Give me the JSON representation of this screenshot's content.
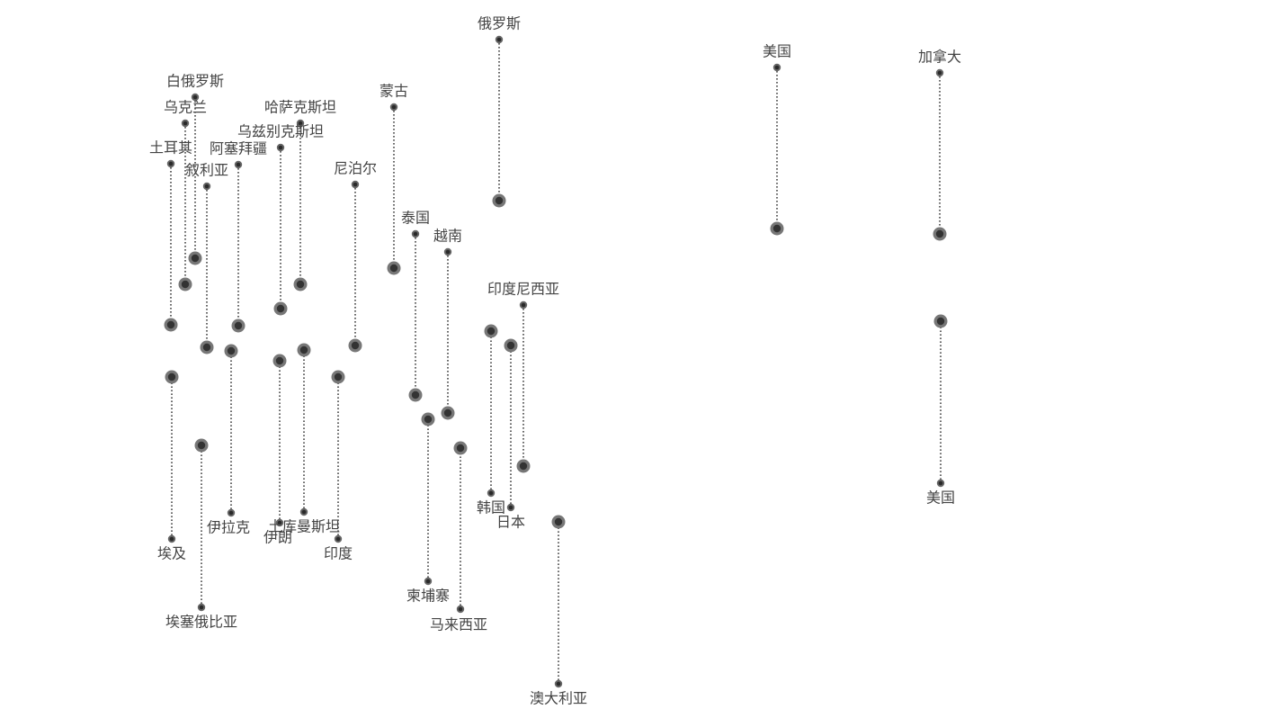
{
  "chart_data": {
    "type": "dumbbell-map",
    "description_units": "each record is a country; anchor = small origin dot where the name is printed; dest = large dot at the other end of a dotted vertical connector",
    "colors": {
      "line": "#444444",
      "label": "#444444",
      "origin_dot_outer": "#666666",
      "origin_dot_inner": "#2a2a2a",
      "dest_dot_outer": "#777777",
      "dest_dot_inner": "#333333"
    },
    "markers": [
      {
        "id": "russia",
        "name": "俄罗斯",
        "label_pos": "above"
      },
      {
        "id": "usa-north",
        "name": "美国",
        "label_pos": "above"
      },
      {
        "id": "canada",
        "name": "加拿大",
        "label_pos": "above"
      },
      {
        "id": "belarus",
        "name": "白俄罗斯",
        "label_pos": "above"
      },
      {
        "id": "ukraine",
        "name": "乌克兰",
        "label_pos": "above"
      },
      {
        "id": "kazakhstan",
        "name": "哈萨克斯坦",
        "label_pos": "above"
      },
      {
        "id": "uzbekistan",
        "name": "乌兹别克斯坦",
        "label_pos": "above"
      },
      {
        "id": "azerbaijan",
        "name": "阿塞拜疆",
        "label_pos": "above"
      },
      {
        "id": "turkey",
        "name": "土耳其",
        "label_pos": "above"
      },
      {
        "id": "syria",
        "name": "叙利亚",
        "label_pos": "above"
      },
      {
        "id": "mongolia",
        "name": "蒙古",
        "label_pos": "above"
      },
      {
        "id": "nepal",
        "name": "尼泊尔",
        "label_pos": "above"
      },
      {
        "id": "thailand",
        "name": "泰国",
        "label_pos": "above"
      },
      {
        "id": "vietnam",
        "name": "越南",
        "label_pos": "above"
      },
      {
        "id": "indonesia",
        "name": "印度尼西亚",
        "label_pos": "above"
      },
      {
        "id": "usa-south",
        "name": "美国",
        "label_pos": "below"
      },
      {
        "id": "egypt",
        "name": "埃及",
        "label_pos": "below"
      },
      {
        "id": "ethiopia",
        "name": "埃塞俄比亚",
        "label_pos": "below"
      },
      {
        "id": "iraq",
        "name": "伊拉克",
        "label_pos": "below"
      },
      {
        "id": "iran",
        "name": "伊朗",
        "label_pos": "below"
      },
      {
        "id": "turkmenistan",
        "name": "土库曼斯坦",
        "label_pos": "below"
      },
      {
        "id": "india",
        "name": "印度",
        "label_pos": "below"
      },
      {
        "id": "cambodia",
        "name": "柬埔寨",
        "label_pos": "below"
      },
      {
        "id": "malaysia",
        "name": "马来西亚",
        "label_pos": "below"
      },
      {
        "id": "korea",
        "name": "韩国",
        "label_pos": "below"
      },
      {
        "id": "japan",
        "name": "日本",
        "label_pos": "below"
      },
      {
        "id": "australia",
        "name": "澳大利亚",
        "label_pos": "below"
      }
    ]
  }
}
